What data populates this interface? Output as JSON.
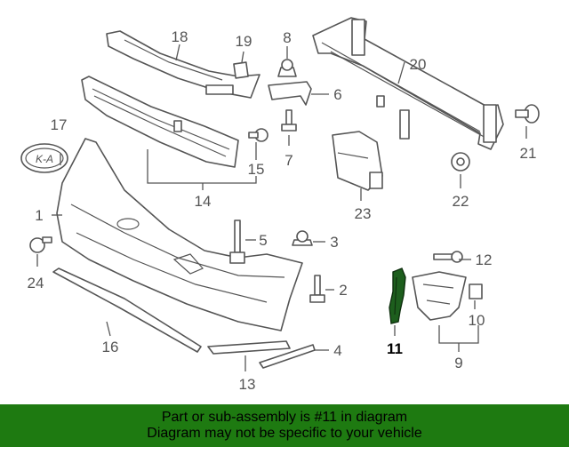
{
  "callouts": {
    "c1": "1",
    "c2": "2",
    "c3": "3",
    "c4": "4",
    "c5": "5",
    "c6": "6",
    "c7": "7",
    "c8": "8",
    "c9": "9",
    "c10": "10",
    "c11": "11",
    "c12": "12",
    "c13": "13",
    "c14": "14",
    "c15": "15",
    "c16": "16",
    "c17": "17",
    "c18": "18",
    "c19": "19",
    "c20": "20",
    "c21": "21",
    "c22": "22",
    "c23": "23",
    "c24": "24"
  },
  "banner": {
    "line1": "Part or sub-assembly is #11 in diagram",
    "line2": "Diagram may not be specific to your vehicle"
  },
  "colors": {
    "banner_bg": "#1e7a11",
    "highlight": "#1d5e1d"
  }
}
